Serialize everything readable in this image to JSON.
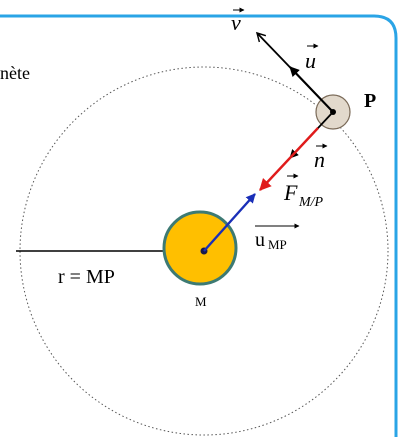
{
  "header": {
    "partial_text": "nète"
  },
  "labels": {
    "velocity": "v",
    "tangent_unit": "u",
    "planet": "P",
    "normal_unit": "n",
    "force_symbol": "F",
    "force_subscript": "M/P",
    "unit_mp": "u",
    "unit_mp_subscript": "MP",
    "radius": "r = MP",
    "center": "M"
  },
  "colors": {
    "frame": "#2aa4e6",
    "sun_fill": "#ffbf00",
    "sun_stroke": "#3d7a73",
    "planet_fill": "#e2d9cc",
    "force": "#e01b1b",
    "unit_mp": "#1a2fb8",
    "ink": "#000000"
  }
}
